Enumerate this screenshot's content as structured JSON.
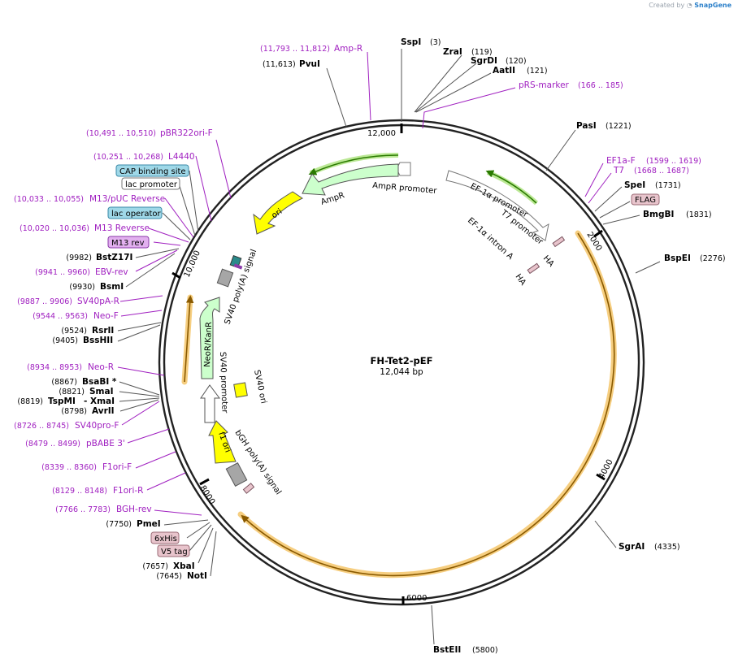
{
  "credit": {
    "prefix": "Created by",
    "brand": "SnapGene"
  },
  "title": {
    "name": "FH-Tet2-pEF",
    "length": "12,044 bp"
  },
  "ticks": [
    "2000",
    "4000",
    "6000",
    "8000",
    "10,000",
    "12,000"
  ],
  "enzymes": [
    {
      "name": "SspI",
      "pos": "(3)"
    },
    {
      "name": "ZraI",
      "pos": "(119)"
    },
    {
      "name": "SgrDI",
      "pos": "(120)"
    },
    {
      "name": "AatII",
      "pos": "(121)"
    },
    {
      "name": "PasI",
      "pos": "(1221)"
    },
    {
      "name": "SpeI",
      "pos": "(1731)"
    },
    {
      "name": "BmgBI",
      "pos": "(1831)"
    },
    {
      "name": "BspEI",
      "pos": "(2276)"
    },
    {
      "name": "SgrAI",
      "pos": "(4335)"
    },
    {
      "name": "BstEII",
      "pos": "(5800)"
    },
    {
      "name": "NotI",
      "pos": "(7645)"
    },
    {
      "name": "XbaI",
      "pos": "(7657)"
    },
    {
      "name": "PmeI",
      "pos": "(7750)"
    },
    {
      "name": "AvrII",
      "pos": "(8798)"
    },
    {
      "name": "- XmaI",
      "pos": ""
    },
    {
      "name": "TspMI",
      "pos": "(8819)"
    },
    {
      "name": "SmaI",
      "pos": "(8821)"
    },
    {
      "name": "BsaBI *",
      "pos": "(8867)"
    },
    {
      "name": "BssHII",
      "pos": "(9405)"
    },
    {
      "name": "RsrII",
      "pos": "(9524)"
    },
    {
      "name": "BsmI",
      "pos": "(9930)"
    },
    {
      "name": "BstZ17I",
      "pos": "(9982)"
    },
    {
      "name": "PvuI",
      "pos": "(11,613)"
    }
  ],
  "primers": [
    {
      "name": "Amp-R",
      "pos": "(11,793 .. 11,812)"
    },
    {
      "name": "pRS-marker",
      "pos": "(166 .. 185)"
    },
    {
      "name": "EF1a-F",
      "pos": "(1599 .. 1619)"
    },
    {
      "name": "T7",
      "pos": "(1668 .. 1687)"
    },
    {
      "name": "BGH-rev",
      "pos": "(7766 .. 7783)"
    },
    {
      "name": "F1ori-R",
      "pos": "(8129 .. 8148)"
    },
    {
      "name": "F1ori-F",
      "pos": "(8339 .. 8360)"
    },
    {
      "name": "pBABE 3'",
      "pos": "(8479 .. 8499)"
    },
    {
      "name": "SV40pro-F",
      "pos": "(8726 .. 8745)"
    },
    {
      "name": "Neo-R",
      "pos": "(8934 .. 8953)"
    },
    {
      "name": "Neo-F",
      "pos": "(9544 .. 9563)"
    },
    {
      "name": "SV40pA-R",
      "pos": "(9887 .. 9906)"
    },
    {
      "name": "EBV-rev",
      "pos": "(9941 .. 9960)"
    },
    {
      "name": "M13 Reverse",
      "pos": "(10,020 .. 10,036)"
    },
    {
      "name": "M13/pUC Reverse",
      "pos": "(10,033 .. 10,055)"
    },
    {
      "name": "L4440",
      "pos": "(10,251 .. 10,268)"
    },
    {
      "name": "pBR322ori-F",
      "pos": "(10,491 .. 10,510)"
    }
  ],
  "boxed_labels": [
    {
      "text": "FLAG",
      "fill": "#e8c4cc",
      "stroke": "#9a6a74"
    },
    {
      "text": "6xHis",
      "fill": "#e8c4cc",
      "stroke": "#9a6a74"
    },
    {
      "text": "V5 tag",
      "fill": "#e8c4cc",
      "stroke": "#9a6a74"
    },
    {
      "text": "M13 rev",
      "fill": "#e2b0ef",
      "stroke": "#8a3aa8"
    },
    {
      "text": "lac operator",
      "fill": "#9fd8e8",
      "stroke": "#3a8aa8"
    },
    {
      "text": "lac promoter",
      "fill": "#ffffff",
      "stroke": "#777777"
    },
    {
      "text": "CAP binding site",
      "fill": "#9fd8e8",
      "stroke": "#3a8aa8"
    }
  ],
  "features": {
    "ampr_promoter": "AmpR promoter",
    "ampr": "AmpR",
    "ori": "ori",
    "sv40_polya": "SV40 poly(A) signal",
    "neor": "NeoR/KanR",
    "sv40_promoter": "SV40 promoter",
    "sv40_ori": "SV40 ori",
    "f1_ori": "f1 ori",
    "bgh_polya": "bGH poly(A) signal",
    "ef1a_promoter": "EF-1α promoter",
    "t7_promoter": "T7 promoter",
    "ef1a_intron": "EF-1α intron A",
    "ha1": "HA",
    "ha2": "HA"
  },
  "colors": {
    "backbone": "#222222",
    "primer": "#a020c0",
    "orf_line": "#8a5a00",
    "orf_glow": "#f5c56a",
    "yellow_feature": "#ffff00",
    "green_feature": "#ccffcc",
    "gray_feature": "#a6a6a6",
    "arrow_green": "#2a7a00",
    "arrow_glow": "#b4e68a"
  }
}
